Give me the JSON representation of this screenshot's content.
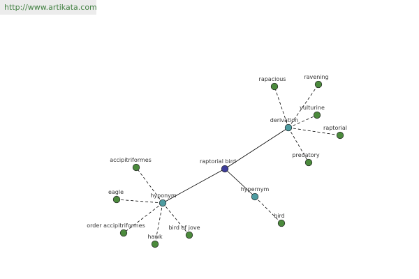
{
  "site_url": "http://www.artikata.com",
  "colors": {
    "center": "#3e3e9a",
    "relation": "#4d9ba0",
    "leaf": "#4b8a3c",
    "url_text": "#3f7f3f"
  },
  "graph": {
    "center": "raptorial bird",
    "relations": [
      {
        "label": "derivation",
        "items": [
          "rapacious",
          "ravening",
          "vulturine",
          "raptorial",
          "predatory"
        ]
      },
      {
        "label": "hyponym",
        "items": [
          "accipitriformes",
          "eagle",
          "order accipitriformes",
          "hawk",
          "bird of jove"
        ]
      },
      {
        "label": "hypernym",
        "items": [
          "bird"
        ]
      }
    ]
  }
}
